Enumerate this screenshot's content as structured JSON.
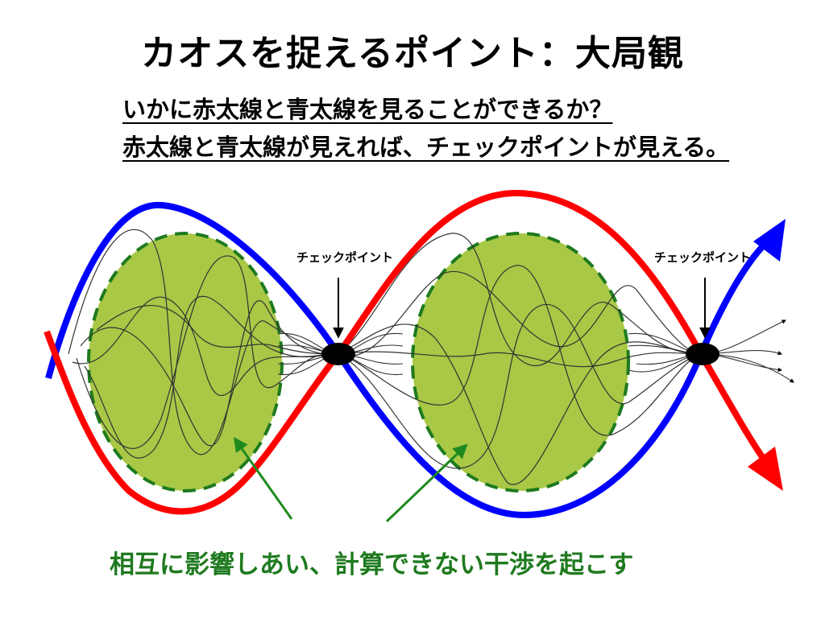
{
  "title": "カオスを捉えるポイント：大局観",
  "subtitle_lines": [
    "いかに赤太線と青太線を見ることができるか？",
    "赤太線と青太線が見えれば、チェックポイントが見える。"
  ],
  "checkpoint_label": "チェックポイント",
  "caption": "相互に影響しあい、計算できない干渉を起こす",
  "colors": {
    "red_line": "#ff0000",
    "blue_line": "#0000ff",
    "chaos_fill": "#a8c846",
    "chaos_border": "#1e7a1e",
    "caption": "#1f7a1f",
    "pointer_arrow": "#1e8a1e"
  }
}
